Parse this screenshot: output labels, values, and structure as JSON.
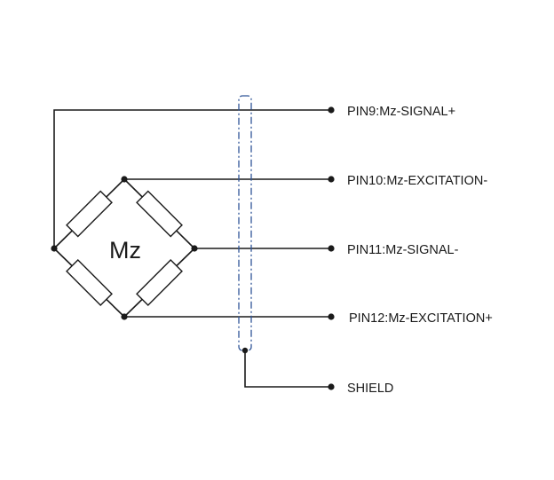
{
  "diagram": {
    "bridge_label": "Mz",
    "pins": [
      {
        "label": "PIN9:Mz-SIGNAL+"
      },
      {
        "label": "PIN10:Mz-EXCITATION-"
      },
      {
        "label": "PIN11:Mz-SIGNAL-"
      },
      {
        "label": "PIN12:Mz-EXCITATION+"
      },
      {
        "label": "SHIELD"
      }
    ],
    "colors": {
      "wire": "#1a1a1a",
      "shield": "#2f5597"
    }
  }
}
